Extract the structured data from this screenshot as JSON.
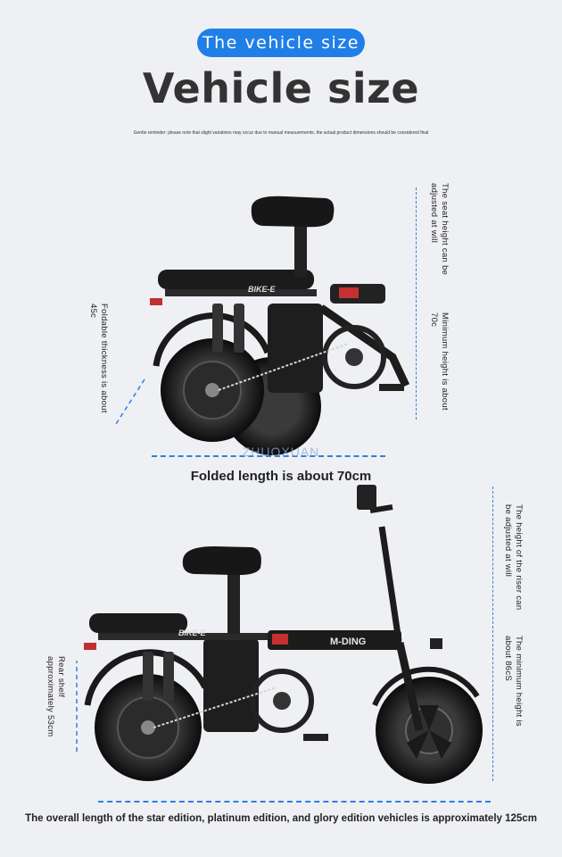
{
  "header": {
    "pill_label": "The vehicle size",
    "title": "Vehicle size",
    "reminder": "Gentle reminder: please note that slight variations may occur due to manual measurements, the actual product dimensions should be considered final"
  },
  "folded": {
    "seat_height_note": "The seat height can be adjusted at will",
    "minimum_height": "Minimum height is about 70c",
    "thickness": "Foldable thickness is about 45c",
    "length": "Folded length is about 70cm",
    "brand_text": "BIKE-E"
  },
  "unfolded": {
    "riser_note": "The height of the riser can be adjusted at will",
    "minimum_height": "The minimum height is about 86cS",
    "rear_shelf": "Rear shelf approximately 53cm",
    "overall_length": "The overall length of the star edition, platinum edition, and glory edition vehicles is approximately 125cm",
    "brand_text": "BIKE-E",
    "frame_logo": "M-DING"
  },
  "watermark": "ZHUOXUAN",
  "colors": {
    "accent": "#1f7fe6",
    "background": "#eff0f4",
    "bike": "#1a1a1a"
  }
}
